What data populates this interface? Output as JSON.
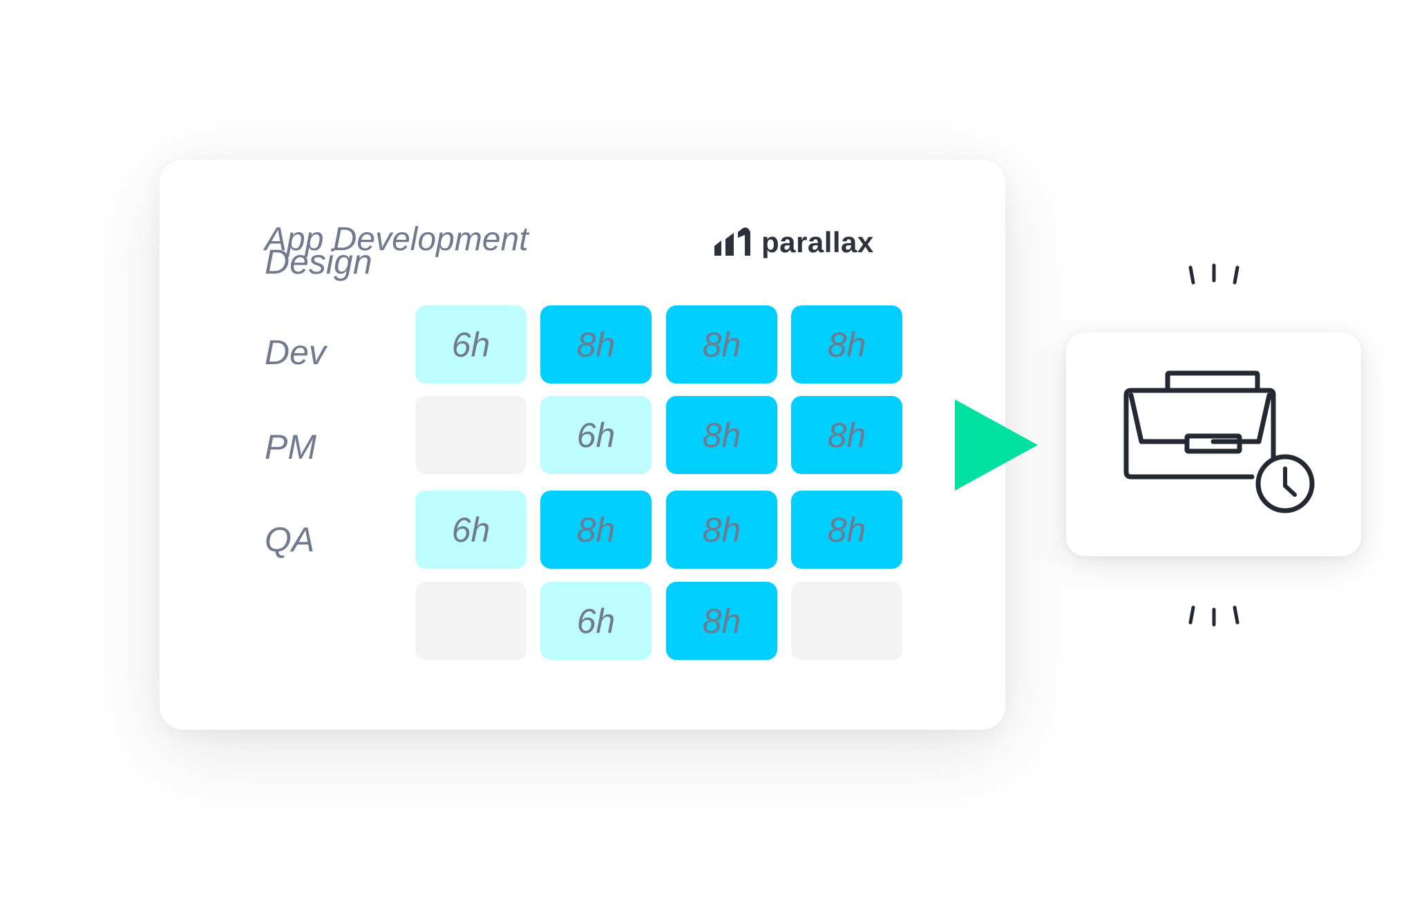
{
  "card": {
    "title": "App Development",
    "logo_text": "parallax",
    "logo_icon": "parallax-bars-icon"
  },
  "rows": [
    {
      "label": "Design",
      "cells": [
        "6h",
        "8h",
        "8h",
        "8h"
      ]
    },
    {
      "label": "Dev",
      "cells": [
        "",
        "6h",
        "8h",
        "8h"
      ]
    },
    {
      "label": "PM",
      "cells": [
        "6h",
        "8h",
        "8h",
        "8h"
      ]
    },
    {
      "label": "QA",
      "cells": [
        "",
        "6h",
        "8h",
        ""
      ]
    }
  ],
  "colors": {
    "six_hours": "#bdfdff",
    "eight_hours": "#00ceff",
    "empty": "#f3f3f3",
    "arrow": "#00e0a0",
    "text": "#717a8d",
    "icon_stroke": "#232833"
  },
  "icons": {
    "arrow": "play-arrow-icon",
    "result": "briefcase-clock-icon",
    "decoration": "spark-lines-icon"
  }
}
